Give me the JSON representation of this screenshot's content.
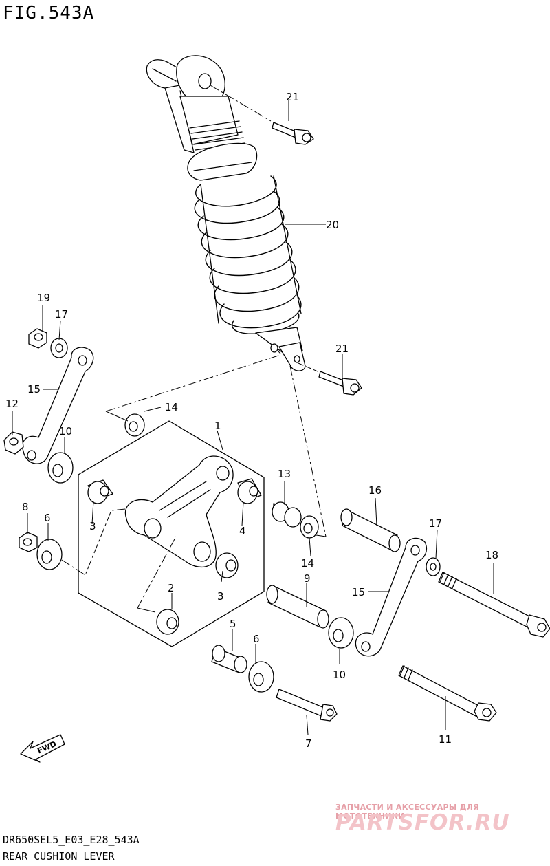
{
  "figure": {
    "title": "FIG.543A",
    "model_code": "DR650SEL5_E03_E28_543A",
    "description": "REAR CUSHION LEVER"
  },
  "callouts": [
    {
      "id": "c21a",
      "label": "21"
    },
    {
      "id": "c20",
      "label": "20"
    },
    {
      "id": "c19",
      "label": "19"
    },
    {
      "id": "c17a",
      "label": "17"
    },
    {
      "id": "c15a",
      "label": "15"
    },
    {
      "id": "c12",
      "label": "12"
    },
    {
      "id": "c10a",
      "label": "10"
    },
    {
      "id": "c21b",
      "label": "21"
    },
    {
      "id": "c14a",
      "label": "14"
    },
    {
      "id": "c1",
      "label": "1"
    },
    {
      "id": "c13",
      "label": "13"
    },
    {
      "id": "c16",
      "label": "16"
    },
    {
      "id": "c3a",
      "label": "3"
    },
    {
      "id": "c4",
      "label": "4"
    },
    {
      "id": "c8",
      "label": "8"
    },
    {
      "id": "c6a",
      "label": "6"
    },
    {
      "id": "c14b",
      "label": "14"
    },
    {
      "id": "c17b",
      "label": "17"
    },
    {
      "id": "c18",
      "label": "18"
    },
    {
      "id": "c9",
      "label": "9"
    },
    {
      "id": "c15b",
      "label": "15"
    },
    {
      "id": "c2",
      "label": "2"
    },
    {
      "id": "c3b",
      "label": "3"
    },
    {
      "id": "c5",
      "label": "5"
    },
    {
      "id": "c6b",
      "label": "6"
    },
    {
      "id": "c10b",
      "label": "10"
    },
    {
      "id": "c11",
      "label": "11"
    },
    {
      "id": "c7",
      "label": "7"
    }
  ],
  "fwd_arrow": {
    "label": "FWD"
  },
  "watermark": {
    "tagline": "ЗАПЧАСТИ И АКСЕССУАРЫ ДЛЯ МОТОТЕХНИКИ",
    "brand": "PARTSFOR.RU"
  }
}
